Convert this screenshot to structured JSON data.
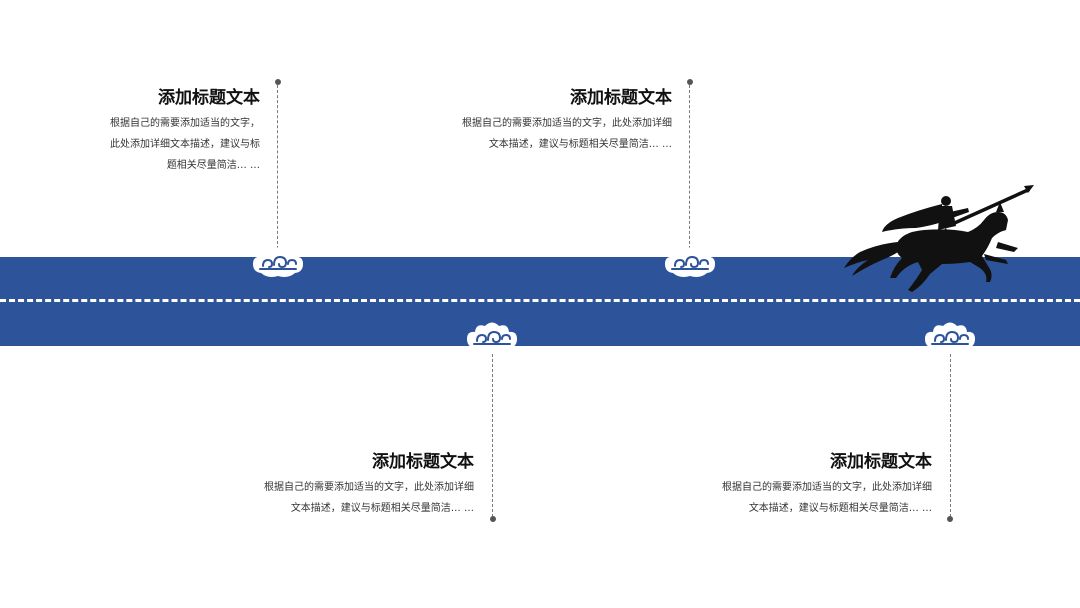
{
  "milestones": [
    {
      "title": "添加标题文本",
      "desc_lines": [
        "根据自己的需要添加适当的文字，",
        "此处添加详细文本描述，建议与标",
        "题相关尽量简洁… …"
      ]
    },
    {
      "title": "添加标题文本",
      "desc_lines": [
        "根据自己的需要添加适当的文字，此处添加详细",
        "文本描述，建议与标题相关尽量简洁… …"
      ]
    },
    {
      "title": "添加标题文本",
      "desc_lines": [
        "根据自己的需要添加适当的文字，此处添加详细",
        "文本描述，建议与标题相关尽量简洁… …"
      ]
    },
    {
      "title": "添加标题文本",
      "desc_lines": [
        "根据自己的需要添加适当的文字，此处添加详细",
        "文本描述，建议与标题相关尽量简洁… …"
      ]
    }
  ],
  "colors": {
    "road": "#2d549b",
    "cloud": "#2d549b",
    "rider": "#111111"
  },
  "icons": {
    "marker": "cloud-icon",
    "rider": "horseman-silhouette-icon"
  }
}
